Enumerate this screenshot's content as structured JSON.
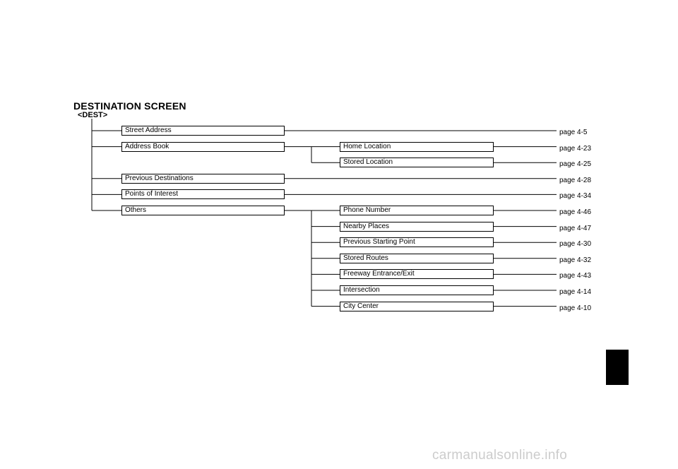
{
  "header": {
    "title": "DESTINATION SCREEN",
    "subtitle": "<DEST>"
  },
  "menu": [
    {
      "label": "Street Address",
      "page": "page 4-5"
    },
    {
      "label": "Address Book",
      "children": [
        {
          "label": "Home Location",
          "page": "page 4-23"
        },
        {
          "label": "Stored Location",
          "page": "page 4-25"
        }
      ]
    },
    {
      "label": "Previous Destinations",
      "page": "page 4-28"
    },
    {
      "label": "Points of Interest",
      "page": "page 4-34"
    },
    {
      "label": "Others",
      "children": [
        {
          "label": "Phone Number",
          "page": "page 4-46"
        },
        {
          "label": "Nearby Places",
          "page": "page 4-47"
        },
        {
          "label": "Previous Starting Point",
          "page": "page 4-30"
        },
        {
          "label": "Stored Routes",
          "page": "page 4-32"
        },
        {
          "label": "Freeway Entrance/Exit",
          "page": "page 4-43"
        },
        {
          "label": "Intersection",
          "page": "page 4-14"
        },
        {
          "label": "City Center",
          "page": "page 4-10"
        }
      ]
    }
  ],
  "watermark": "carmanualsonline.info"
}
